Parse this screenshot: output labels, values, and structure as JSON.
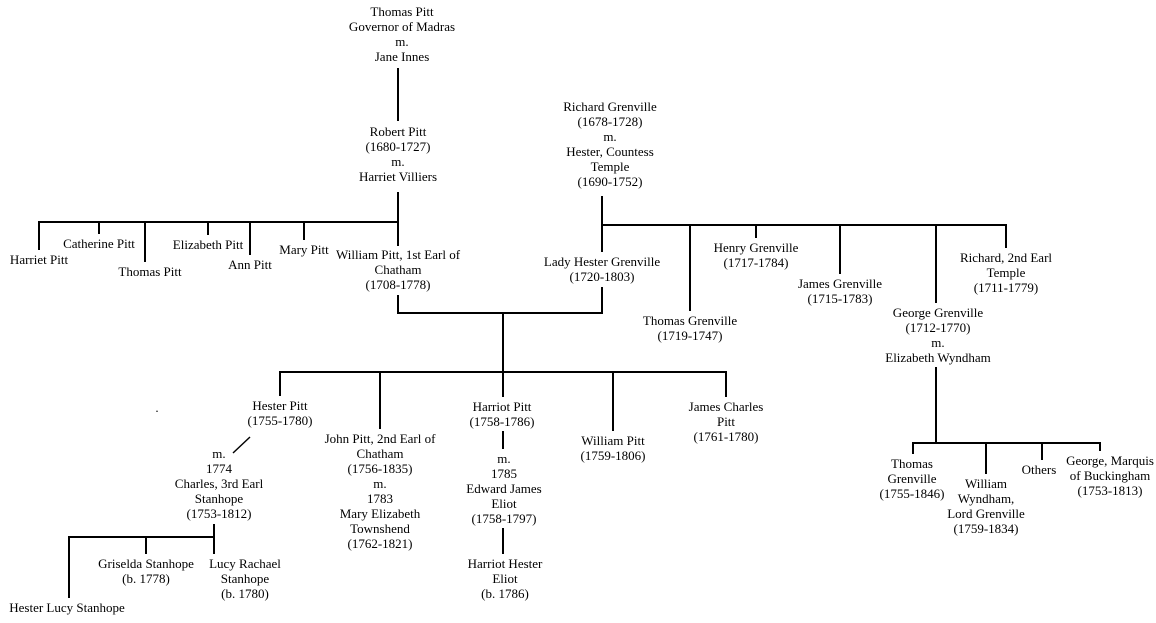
{
  "colors": {
    "background": "#ffffff",
    "ink": "#000000"
  },
  "people": {
    "thomas_pitt_sr": "Thomas Pitt\nGovernor of Madras\nm.\nJane Innes",
    "robert_pitt": "Robert Pitt\n(1680-1727)\nm.\nHarriet Villiers",
    "richard_grenville_sr": "Richard Grenville\n(1678-1728)\nm.\nHester, Countess\nTemple\n(1690-1752)",
    "harriet_pitt": "Harriet Pitt",
    "catherine_pitt": "Catherine Pitt",
    "thomas_pitt_jr": "Thomas Pitt",
    "elizabeth_pitt": "Elizabeth Pitt",
    "ann_pitt": "Ann Pitt",
    "mary_pitt": "Mary Pitt",
    "william_pitt_chatham": "William Pitt, 1st Earl of\nChatham\n(1708-1778)",
    "lady_hester_grenville": "Lady Hester Grenville\n(1720-1803)",
    "thomas_grenville_elder": "Thomas Grenville\n(1719-1747)",
    "henry_grenville": "Henry Grenville\n(1717-1784)",
    "james_grenville": "James Grenville\n(1715-1783)",
    "george_grenville": "George Grenville\n(1712-1770)\nm.\nElizabeth Wyndham",
    "richard_temple": "Richard, 2nd Earl\nTemple\n(1711-1779)",
    "hester_pitt": "Hester Pitt\n(1755-1780)",
    "john_pitt_chatham": "John Pitt, 2nd Earl of\nChatham\n(1756-1835)\nm.\n1783\nMary Elizabeth\nTownshend\n(1762-1821)",
    "harriot_pitt": "Harriot Pitt\n(1758-1786)",
    "william_pitt_younger": "William Pitt\n(1759-1806)",
    "james_charles_pitt": "James Charles\nPitt\n(1761-1780)",
    "stanhope_marriage": "m.\n1774\nCharles, 3rd Earl\nStanhope\n(1753-1812)",
    "eliot_marriage": "m.\n1785\nEdward James\nEliot\n(1758-1797)",
    "hester_lucy_stanhope": "Hester Lucy Stanhope",
    "griselda_stanhope": "Griselda Stanhope\n(b. 1778)",
    "lucy_rachael_stanhope": "Lucy Rachael\nStanhope\n(b. 1780)",
    "harriot_hester_eliot": "Harriot Hester\nEliot\n(b. 1786)",
    "thomas_grenville_younger": "Thomas\nGrenville\n(1755-1846)",
    "william_wyndham_grenville": "William\nWyndham,\nLord Grenville\n(1759-1834)",
    "others": "Others",
    "george_marquis_buckingham": "George, Marquis\nof Buckingham\n(1753-1813)",
    "stray_mark": "."
  }
}
